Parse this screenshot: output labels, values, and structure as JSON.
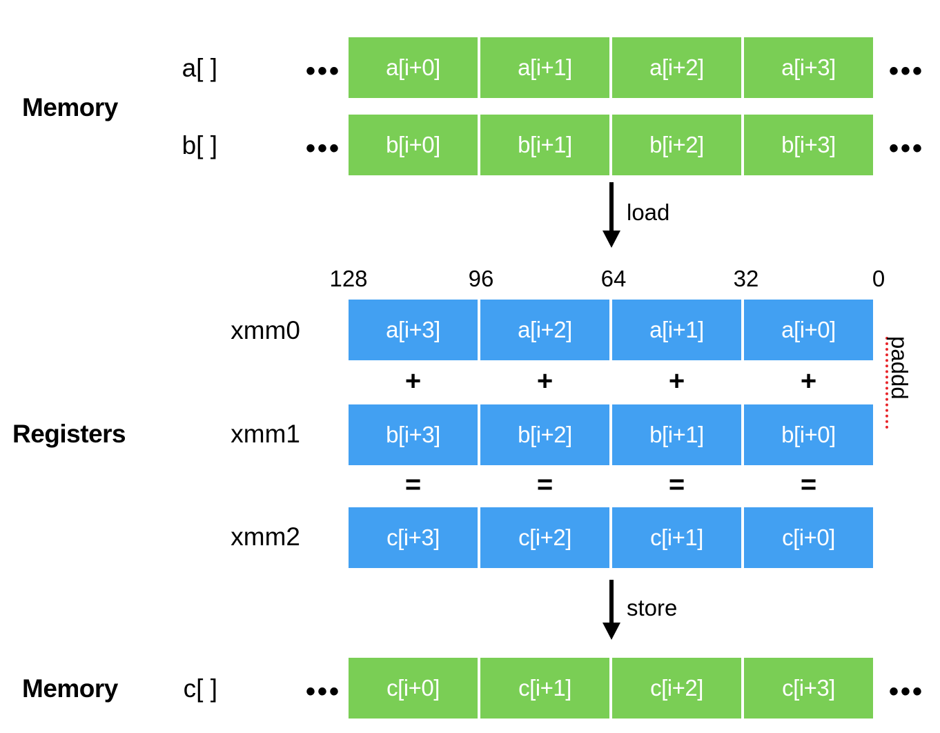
{
  "diagram": {
    "title_semantic": "SIMD vector addition data flow",
    "colors": {
      "memory_cell": "#7ace55",
      "register_cell": "#42a0f2",
      "paddd_line": "#e8252a",
      "text_on_cell": "#ffffff",
      "text": "#000000",
      "background": "#ffffff"
    }
  },
  "sections": {
    "memory_top_label": "Memory",
    "registers_label": "Registers",
    "memory_bottom_label": "Memory"
  },
  "memory_top": {
    "rows": [
      {
        "label": "a[ ]",
        "leading_ellipsis": "•••",
        "trailing_ellipsis": "•••",
        "cells": [
          "a[i+0]",
          "a[i+1]",
          "a[i+2]",
          "a[i+3]"
        ]
      },
      {
        "label": "b[ ]",
        "leading_ellipsis": "•••",
        "trailing_ellipsis": "•••",
        "cells": [
          "b[i+0]",
          "b[i+1]",
          "b[i+2]",
          "b[i+3]"
        ]
      }
    ]
  },
  "load_arrow": {
    "label": "load"
  },
  "bit_ruler": {
    "ticks": [
      "128",
      "96",
      "64",
      "32",
      "0"
    ]
  },
  "registers": {
    "rows": [
      {
        "label": "xmm0",
        "cells": [
          "a[i+3]",
          "a[i+2]",
          "a[i+1]",
          "a[i+0]"
        ]
      },
      {
        "label": "xmm1",
        "cells": [
          "b[i+3]",
          "b[i+2]",
          "b[i+1]",
          "b[i+0]"
        ]
      },
      {
        "label": "xmm2",
        "cells": [
          "c[i+3]",
          "c[i+2]",
          "c[i+1]",
          "c[i+0]"
        ]
      }
    ],
    "plus_ops": [
      "+",
      "+",
      "+",
      "+"
    ],
    "equals_ops": [
      "=",
      "=",
      "=",
      "="
    ],
    "instruction": "paddd"
  },
  "store_arrow": {
    "label": "store"
  },
  "memory_bottom": {
    "rows": [
      {
        "label": "c[ ]",
        "leading_ellipsis": "•••",
        "trailing_ellipsis": "•••",
        "cells": [
          "c[i+0]",
          "c[i+1]",
          "c[i+2]",
          "c[i+3]"
        ]
      }
    ]
  }
}
